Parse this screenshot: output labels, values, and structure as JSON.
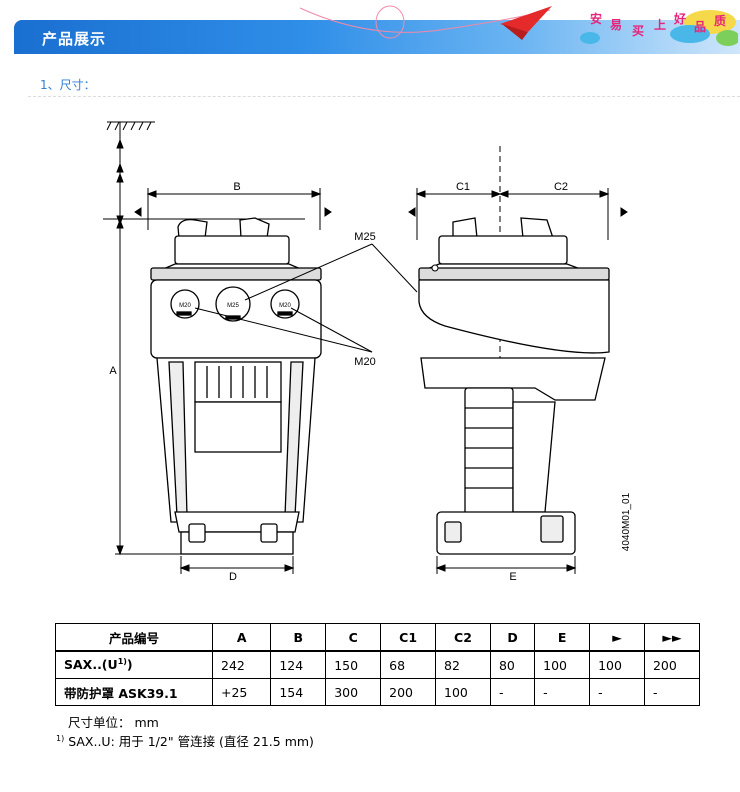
{
  "header": {
    "title": "产品展示",
    "slogan": [
      "安",
      "易",
      "买",
      "上",
      "好",
      "品",
      "质"
    ]
  },
  "section": {
    "title": "1、尺寸："
  },
  "drawing": {
    "labels": {
      "B": "B",
      "C1": "C1",
      "C2": "C2",
      "A": "A",
      "D": "D",
      "E": "E",
      "M25": "M25",
      "M20": "M20",
      "port_left": "M20",
      "port_center": "M25",
      "port_right": "M20",
      "code": "4040M01_01"
    }
  },
  "table": {
    "headers": [
      "产品编号",
      "A",
      "B",
      "C",
      "C1",
      "C2",
      "D",
      "E",
      "►",
      "►►"
    ],
    "rows": [
      {
        "name": "SAX..(U",
        "name_sup": "1)",
        "name_suffix": ")",
        "values": [
          "242",
          "124",
          "150",
          "68",
          "82",
          "80",
          "100",
          "100",
          "200"
        ]
      },
      {
        "name": "带防护罩 ASK39.1",
        "values": [
          "+25",
          "154",
          "300",
          "200",
          "100",
          "-",
          "-",
          "-",
          "-"
        ]
      }
    ]
  },
  "notes": {
    "unit": "尺寸单位： mm",
    "footnote_mark": "1)",
    "footnote": " SAX..U: 用于 1/2\" 管连接 (直径 21.5 mm)"
  },
  "colors": {
    "banner": "#1a6fd0",
    "section": "#2f7fd4",
    "slogan": "#e8237b"
  }
}
